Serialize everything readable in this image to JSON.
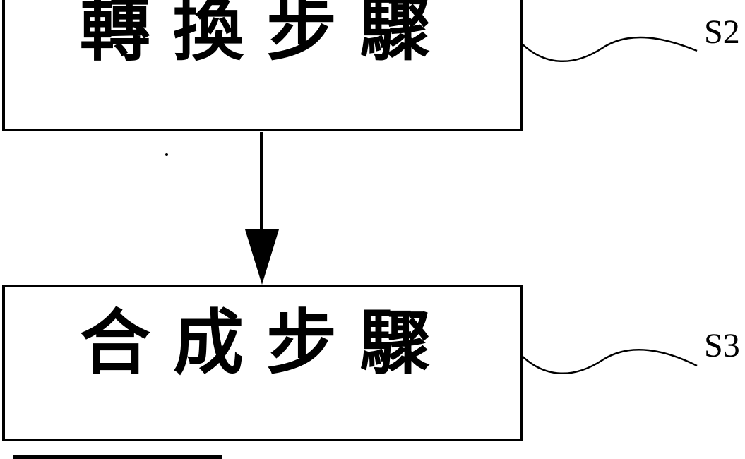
{
  "diagram": {
    "title": "process flowchart fragment",
    "steps": [
      {
        "label": "轉換步驟",
        "ref": "S2"
      },
      {
        "label": "合成步驟",
        "ref": "S3"
      }
    ],
    "step2": {
      "label": "轉換步驟",
      "ref": "S2"
    },
    "step3": {
      "label": "合成步驟",
      "ref": "S3"
    },
    "colors": {
      "line": "#000000",
      "background": "#ffffff"
    }
  }
}
